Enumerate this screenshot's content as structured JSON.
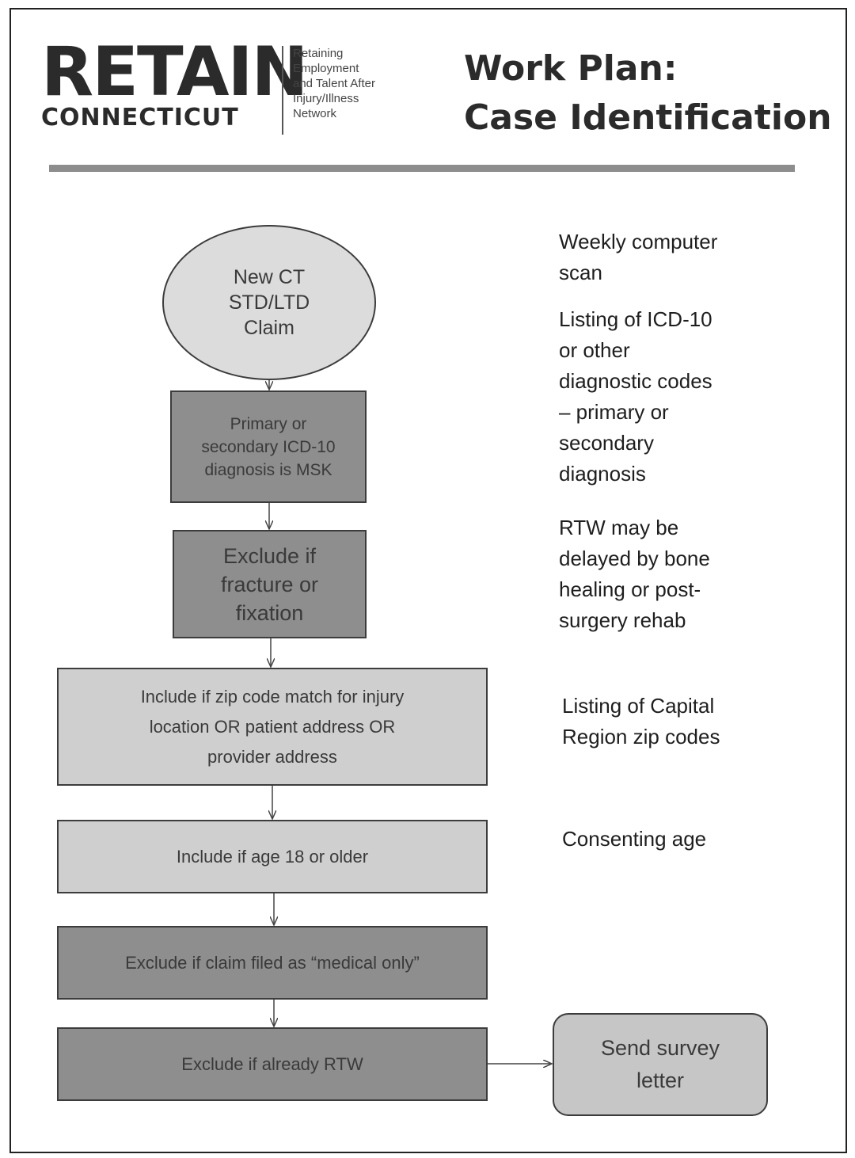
{
  "header": {
    "logo_main": "RETAIN",
    "logo_sub": "CONNECTICUT",
    "tagline_lines": [
      "Retaining",
      "Employment",
      "and Talent After",
      "Injury/Illness",
      "Network"
    ],
    "title_lines": [
      "Work Plan:",
      "Case Identification"
    ]
  },
  "flow": {
    "start": [
      "New CT",
      "STD/LTD",
      "Claim"
    ],
    "step1": [
      "Primary or",
      "secondary ICD-10",
      "diagnosis is MSK"
    ],
    "step2": [
      "Exclude if",
      "fracture or",
      "fixation"
    ],
    "step3": [
      "Include if zip code match for injury",
      "location OR patient address OR",
      "provider address"
    ],
    "step4": "Include if age 18 or older",
    "step5": "Exclude if claim filed as “medical only”",
    "step6": "Exclude if already RTW",
    "end": [
      "Send survey",
      "letter"
    ]
  },
  "notes": {
    "note1": [
      "Weekly computer",
      "scan"
    ],
    "note2": [
      "Listing of ICD-10",
      "or other",
      "diagnostic codes",
      "– primary or",
      "secondary",
      "diagnosis"
    ],
    "note3": [
      "RTW may be",
      "delayed by bone",
      "healing or post-",
      "surgery rehab"
    ],
    "note4": [
      "Listing of Capital",
      "Region zip codes"
    ],
    "note5": "Consenting age"
  }
}
